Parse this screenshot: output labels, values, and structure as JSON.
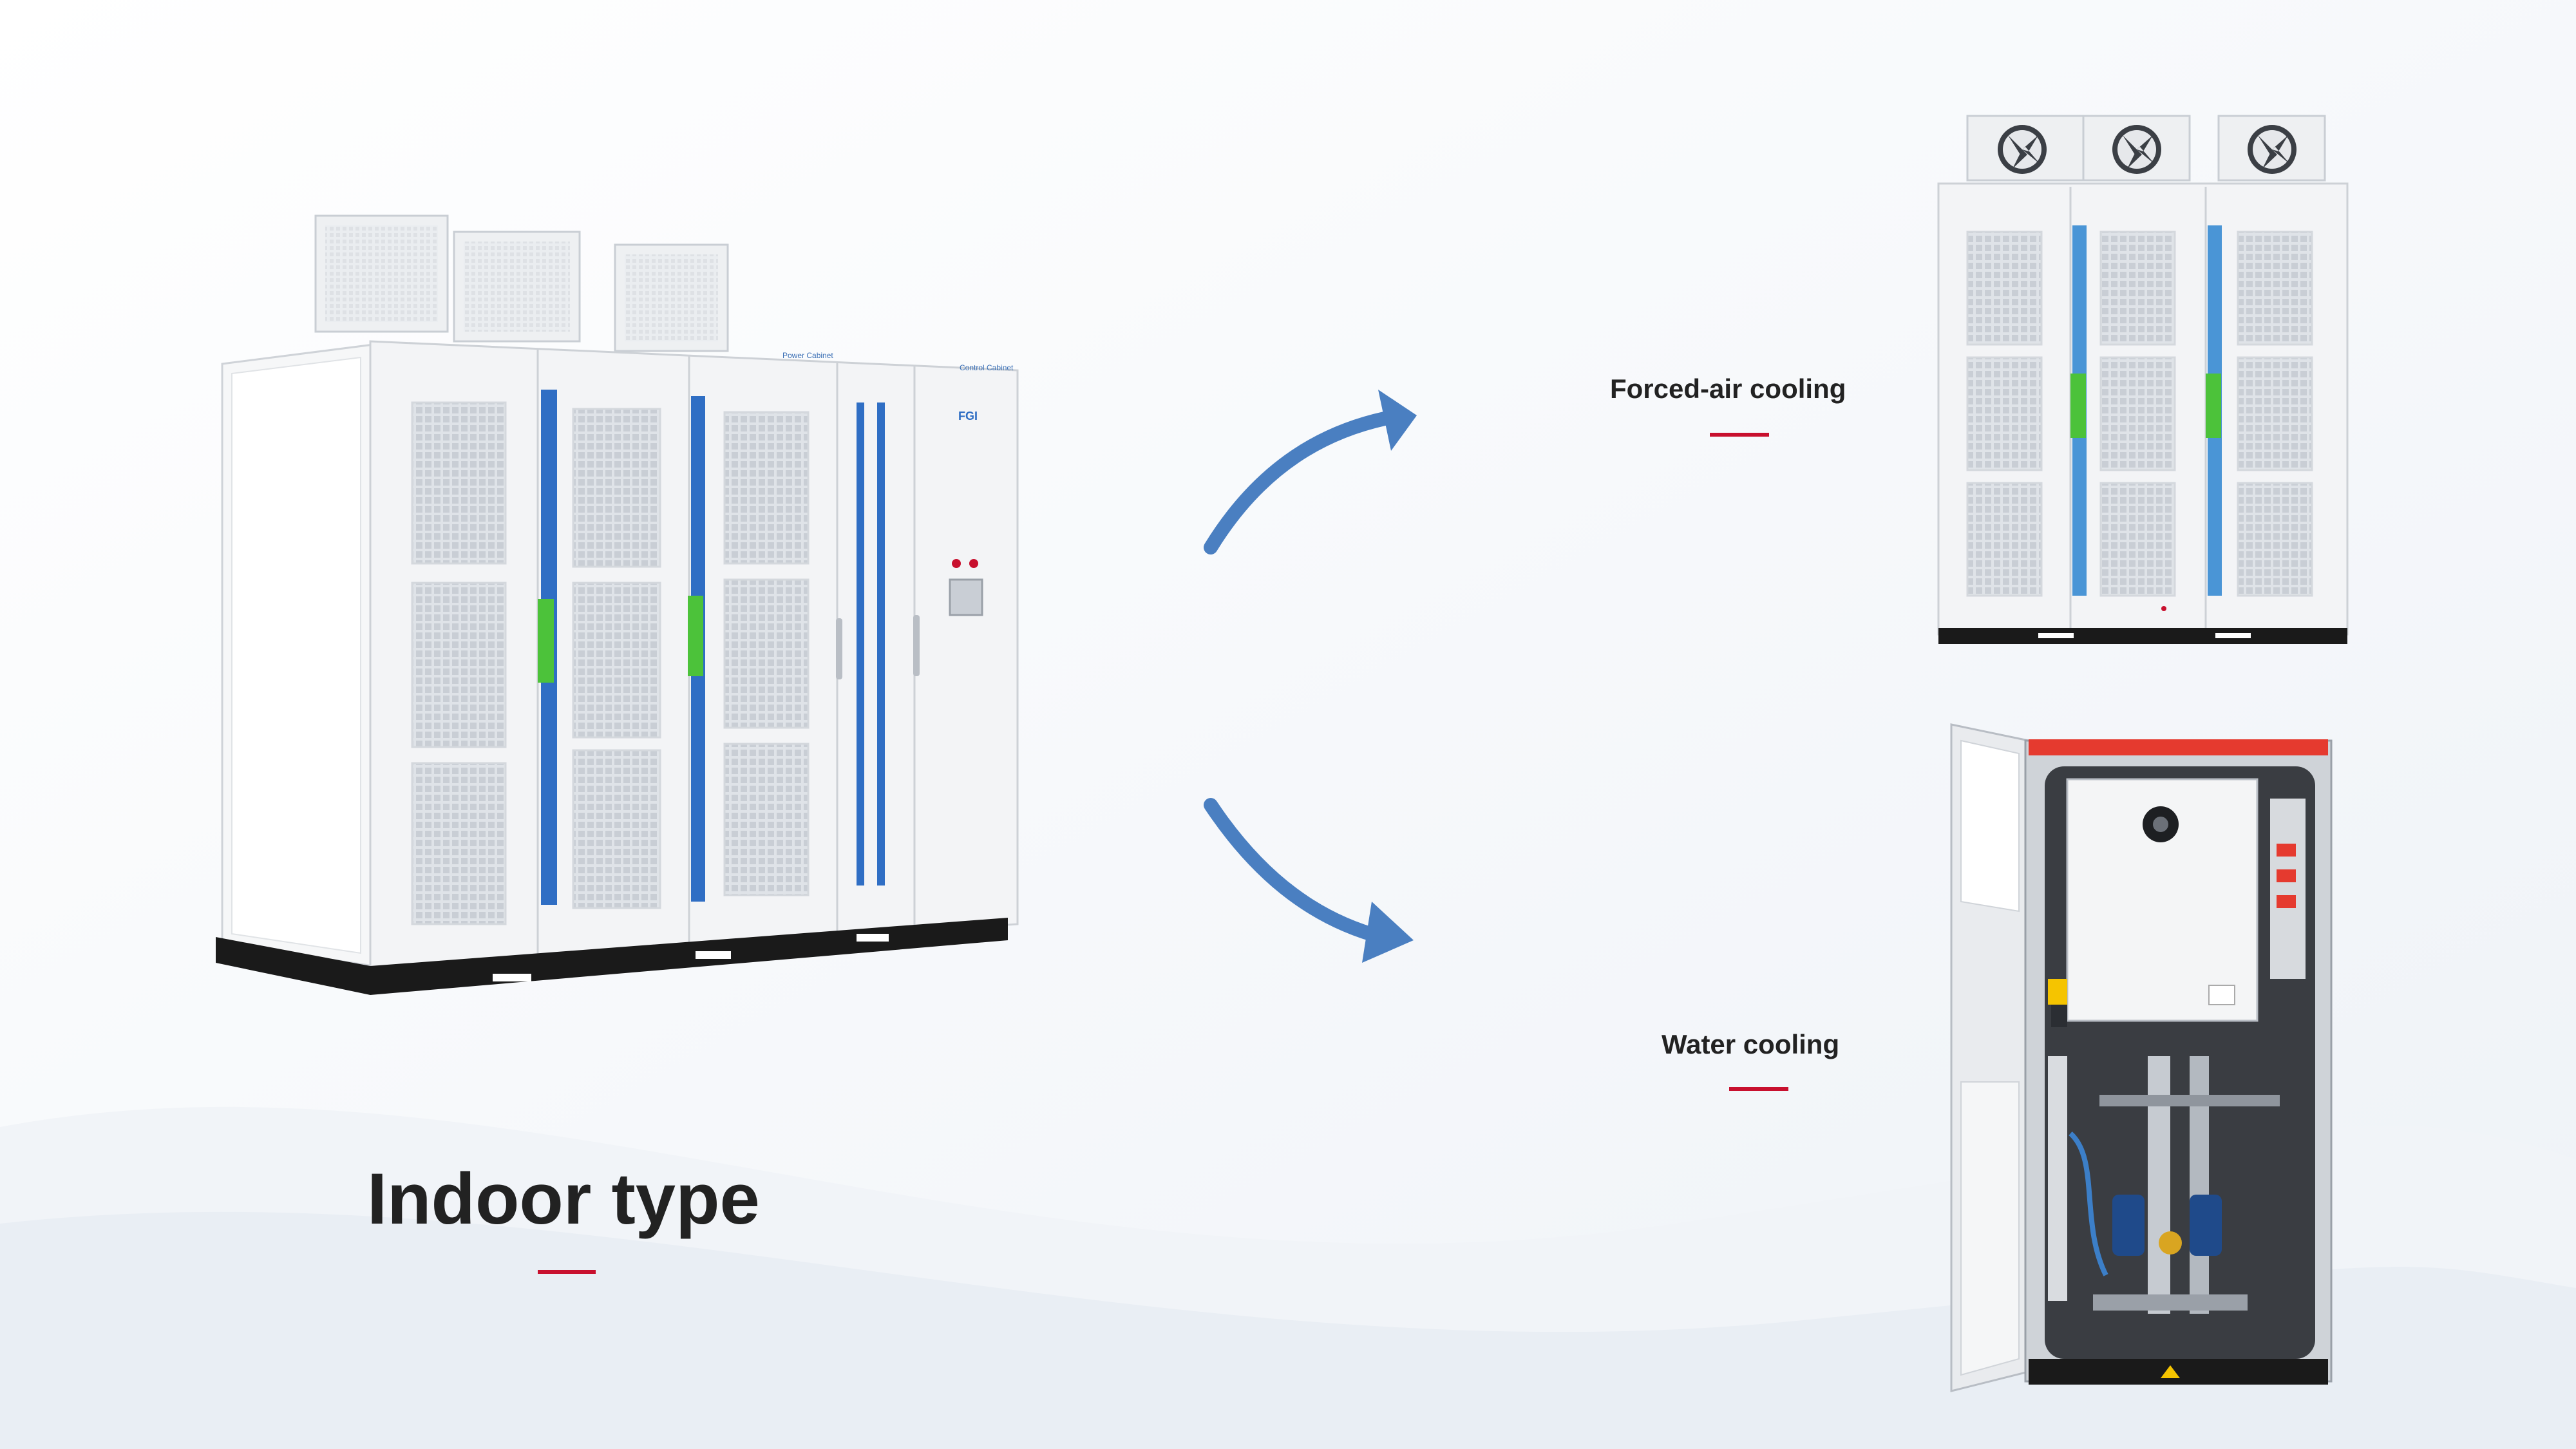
{
  "main_title": "Indoor type",
  "options": [
    {
      "label": "Forced-air cooling"
    },
    {
      "label": "Water cooling"
    }
  ],
  "cabinet_labels": {
    "power": "Power Cabinet",
    "control": "Control Cabinet",
    "logo": "FGI"
  },
  "colors": {
    "accent_red": "#c8102e",
    "arrow_blue": "#4a7fc1",
    "cabinet_blue": "#2f6ec4",
    "cabinet_green": "#4cc23a",
    "title_dark": "#222222"
  }
}
